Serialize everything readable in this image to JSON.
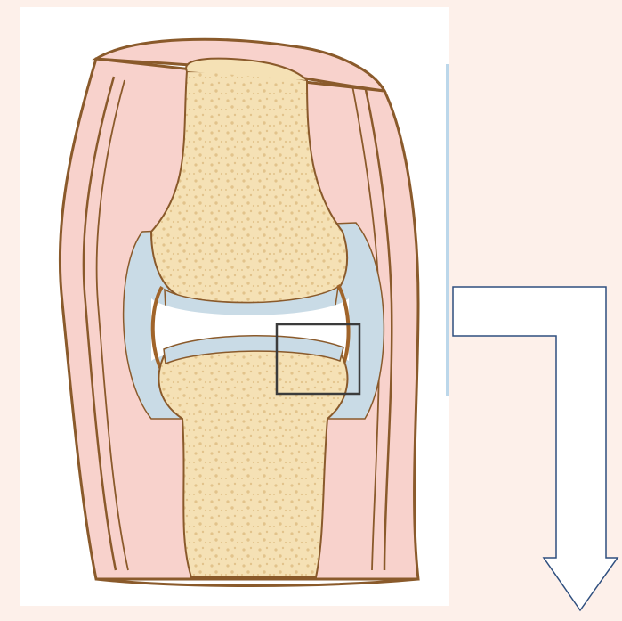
{
  "diagram": {
    "colors": {
      "background": "#fdf0ea",
      "panel": "#ffffff",
      "soft_tissue": "#f8d2cc",
      "soft_tissue_edge": "#8a5a2b",
      "bone": "#f5e1b5",
      "bone_dots": "#e2c38b",
      "cartilage": "#c9dbe6",
      "capsule": "#c9dbe6",
      "joint_space": "#ffffff",
      "zoom_box": "#3b3b3b",
      "arrow_stroke": "#2f4f7f",
      "arrow_fill": "#ffffff"
    },
    "icons": [
      "knee-joint-cross-section",
      "zoom-box",
      "callout-arrow"
    ]
  }
}
